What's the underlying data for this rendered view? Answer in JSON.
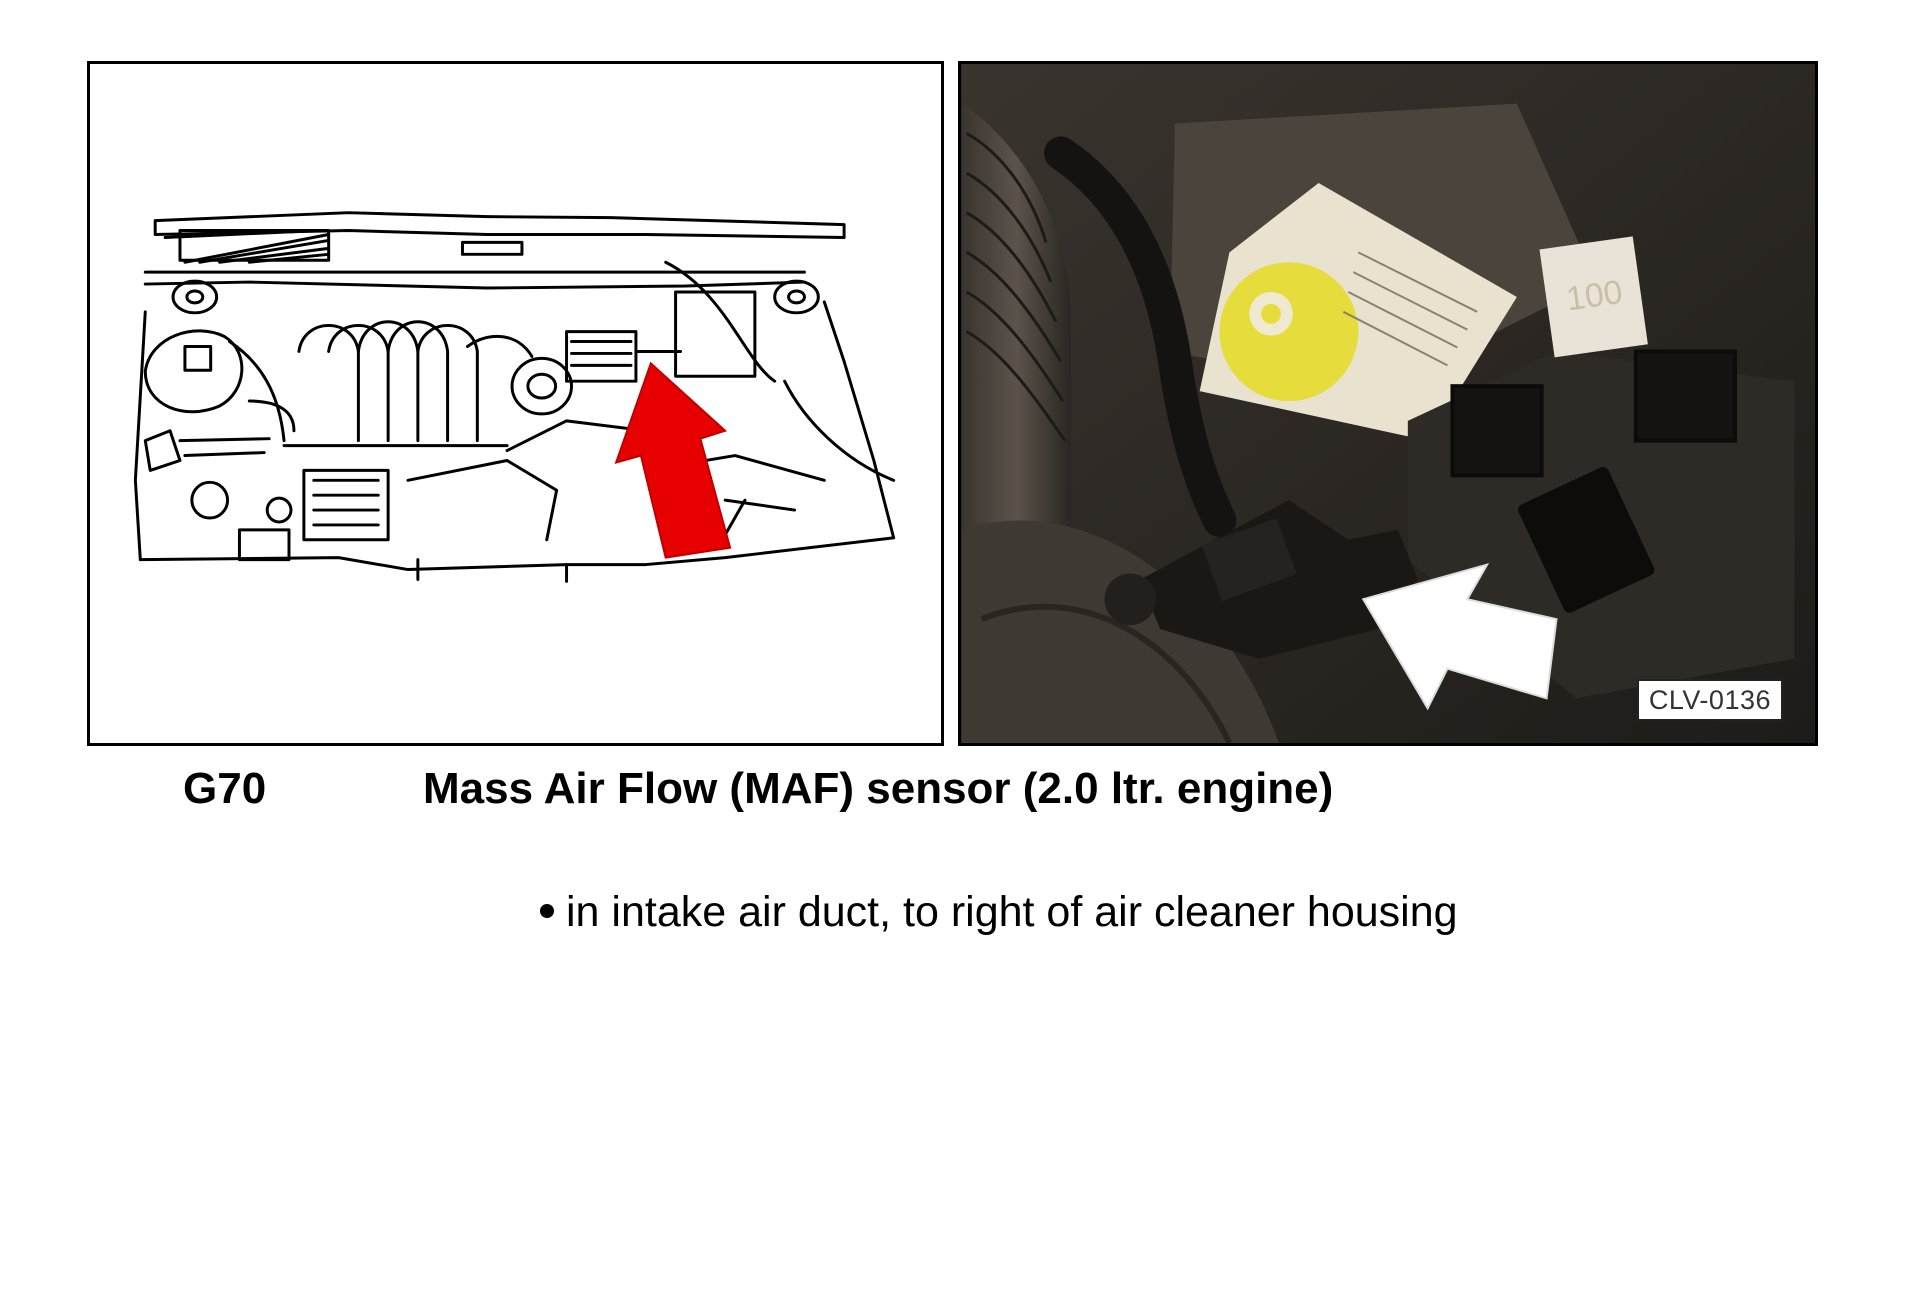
{
  "figure": {
    "photo_code": "CLV-0136",
    "colors": {
      "arrow_red": "#e60000",
      "yellow_cap": "#e6dc3c",
      "photo_dark": "#2a2622"
    }
  },
  "component": {
    "code": "G70",
    "title": "Mass Air Flow (MAF) sensor (2.0 ltr. engine)"
  },
  "location_notes": [
    "in intake air duct, to right of air cleaner housing"
  ]
}
